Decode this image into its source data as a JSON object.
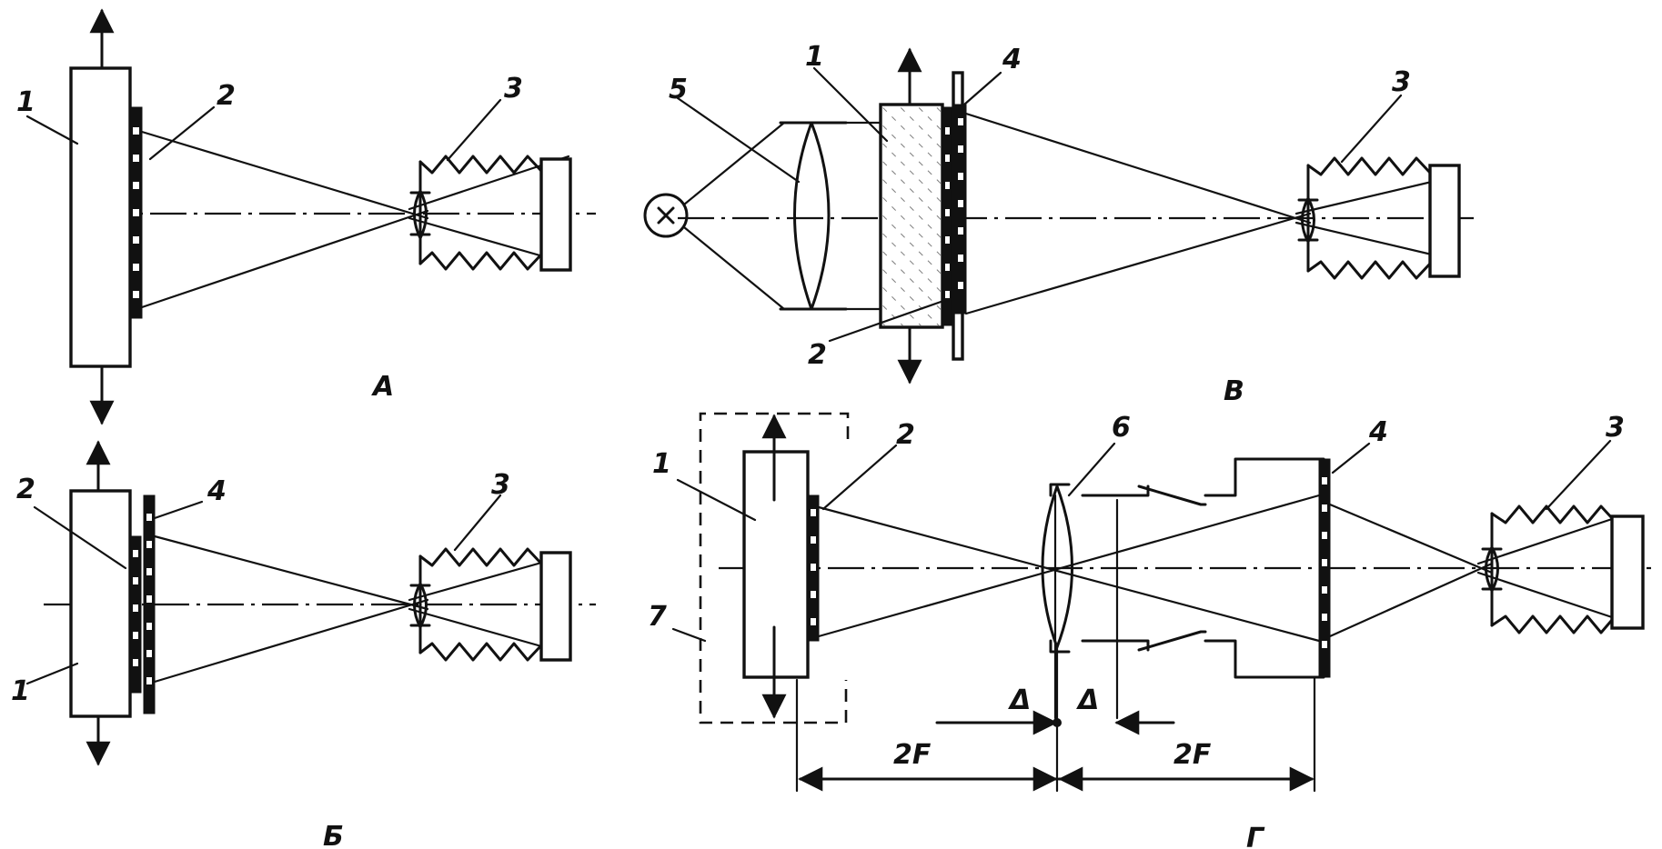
{
  "panels": {
    "A": {
      "caption": "А",
      "labels": {
        "n1": "1",
        "n2": "2",
        "n3": "3"
      }
    },
    "B": {
      "caption": "Б",
      "labels": {
        "n1": "1",
        "n2": "2",
        "n3": "3",
        "n4": "4"
      }
    },
    "V": {
      "caption": "В",
      "labels": {
        "n1": "1",
        "n2": "2",
        "n3": "3",
        "n4": "4",
        "n5": "5"
      }
    },
    "G": {
      "caption": "Г",
      "labels": {
        "n1": "1",
        "n2": "2",
        "n3": "3",
        "n4": "4",
        "n6": "6",
        "n7": "7"
      },
      "dims": {
        "delta_left": "Δ",
        "delta_right": "Δ",
        "twoF_left": "2F",
        "twoF_right": "2F"
      }
    }
  }
}
